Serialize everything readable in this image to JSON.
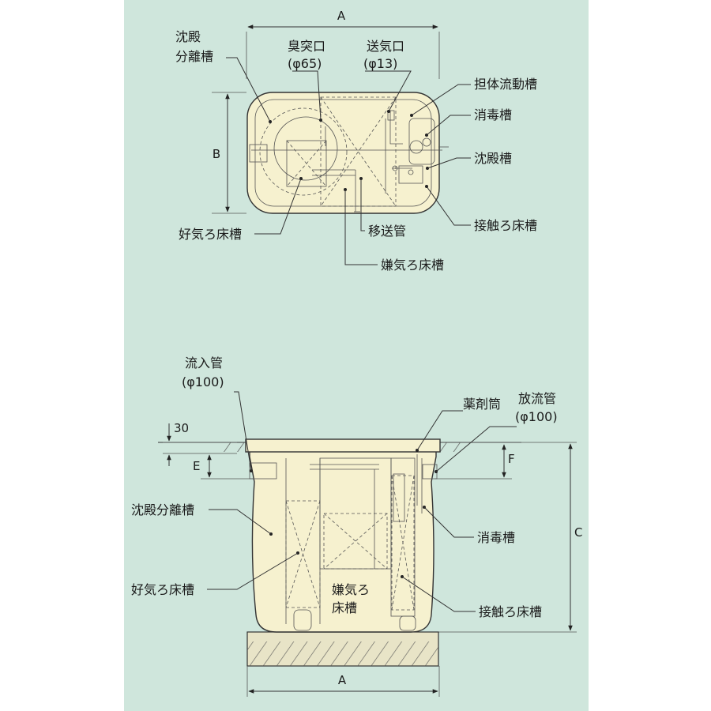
{
  "colors": {
    "panel": "#cfe6dc",
    "tank": "#f6f1cf",
    "ink": "#1a1a1a"
  },
  "plan": {
    "dim_a": "A",
    "dim_b": "B",
    "sedimentation_separation_tank_line1": "沈殿",
    "sedimentation_separation_tank_line2": "分離槽",
    "vent_port": "臭突口",
    "vent_port_size": "(φ65)",
    "air_supply_port": "送気口",
    "air_supply_port_size": "(φ13)",
    "carrier_fluid_tank": "担体流動槽",
    "disinfection_tank": "消毒槽",
    "sedimentation_tank": "沈殿槽",
    "contact_filter_tank": "接触ろ床槽",
    "transfer_pipe": "移送管",
    "aerobic_filter_tank": "好気ろ床槽",
    "anaerobic_filter_tank": "嫌気ろ床槽"
  },
  "section": {
    "inlet_pipe": "流入管",
    "inlet_pipe_size": "(φ100)",
    "dim_30": "30",
    "dim_e": "E",
    "chemical_tube": "薬剤筒",
    "outlet_pipe": "放流管",
    "outlet_pipe_size": "(φ100)",
    "dim_f": "F",
    "dim_c": "C",
    "sedimentation_separation_tank": "沈殿分離槽",
    "disinfection_tank": "消毒槽",
    "aerobic_filter_tank": "好気ろ床槽",
    "anaerobic_filter_tank_line1": "嫌気ろ",
    "anaerobic_filter_tank_line2": "床槽",
    "contact_filter_tank": "接触ろ床槽",
    "dim_a": "A"
  }
}
